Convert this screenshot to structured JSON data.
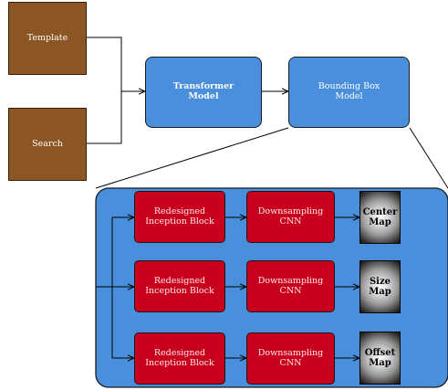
{
  "diagram": {
    "inputs": {
      "template": "Template",
      "search": "Search"
    },
    "transformer": "Transformer\nModel",
    "bbox_model": "Bounding Box\nModel",
    "rows": [
      {
        "inception": "Redesigned\nInception Block",
        "cnn": "Downsampling\nCNN",
        "map": "Center\nMap"
      },
      {
        "inception": "Redesigned\nInception Block",
        "cnn": "Downsampling\nCNN",
        "map": "Size\nMap"
      },
      {
        "inception": "Redesigned\nInception Block",
        "cnn": "Downsampling\nCNN",
        "map": "Offset\nMap"
      }
    ],
    "colors": {
      "input_box": "#8b5524",
      "model_box": "#4a8fdc",
      "block_box": "#c8001e",
      "panel": "#4a8fdc"
    }
  }
}
